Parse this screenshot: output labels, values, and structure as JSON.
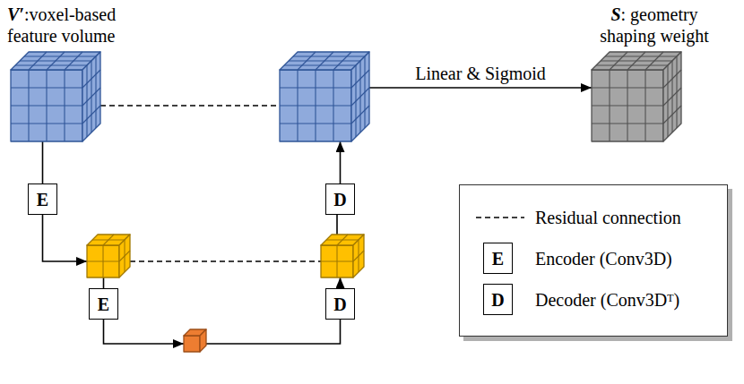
{
  "diagram": {
    "nodes": [
      {
        "text": [
          "V′:voxel-based feature volume"
        ]
      },
      {
        "text": []
      },
      {
        "text": [
          "S: geometry shaping weight"
        ]
      },
      {
        "text": [
          "E"
        ]
      },
      {
        "text": []
      },
      {
        "text": []
      },
      {
        "text": [
          "D"
        ]
      },
      {
        "text": [
          "E"
        ]
      },
      {
        "text": []
      },
      {
        "text": [
          "D"
        ]
      }
    ],
    "edges": [
      {
        "from": 0,
        "to": 3,
        "arrow": "none"
      },
      {
        "from": 3,
        "to": 4,
        "arrow": "to"
      },
      {
        "from": 4,
        "to": 7,
        "arrow": "none"
      },
      {
        "from": 7,
        "to": 8,
        "arrow": "to"
      },
      {
        "from": 8,
        "to": 9,
        "arrow": "none"
      },
      {
        "from": 9,
        "to": 5,
        "arrow": "to"
      },
      {
        "from": 5,
        "to": 6,
        "arrow": "none"
      },
      {
        "from": 6,
        "to": 1,
        "arrow": "to"
      },
      {
        "from": 0,
        "to": 1,
        "arrow": "none"
      },
      {
        "from": 4,
        "to": 5,
        "arrow": "none"
      },
      {
        "from": 1,
        "to": 2,
        "label": "Linear & Sigmoid",
        "arrow": "to"
      }
    ],
    "labels": [
      "E",
      "D"
    ],
    "legend": [
      {
        "text": "Residual connection"
      },
      {
        "text": "Encoder (Conv3D)"
      },
      {
        "text": "Decoder (Conv3Dᵀ)"
      }
    ]
  }
}
